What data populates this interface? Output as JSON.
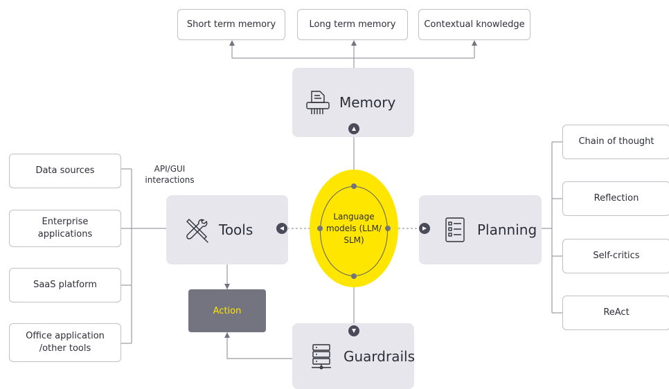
{
  "memory_types": [
    "Short term memory",
    "Long term memory",
    "Contextual knowledge"
  ],
  "memory": {
    "label": "Memory",
    "icon": "document-shredder-icon"
  },
  "tools": {
    "label": "Tools",
    "icon": "wrench-screwdriver-icon"
  },
  "planning": {
    "label": "Planning",
    "icon": "checklist-icon"
  },
  "guardrails": {
    "label": "Guardrails",
    "icon": "server-network-icon"
  },
  "llm": {
    "label": "Language\nmodels (LLM/\nSLM)"
  },
  "action": {
    "label": "Action"
  },
  "api_note": "API/GUI\ninteractions",
  "tool_targets": [
    "Data sources",
    "Enterprise\napplications",
    "SaaS platform",
    "Office application\n/other tools"
  ],
  "planning_methods": [
    "Chain of thought",
    "Reflection",
    "Self-critics",
    "ReAct"
  ],
  "colors": {
    "accent_yellow": "#ffe600",
    "component_fill": "#e6e6ec",
    "action_fill": "#747480",
    "line": "#9a9aa6",
    "text": "#2e2e38"
  }
}
